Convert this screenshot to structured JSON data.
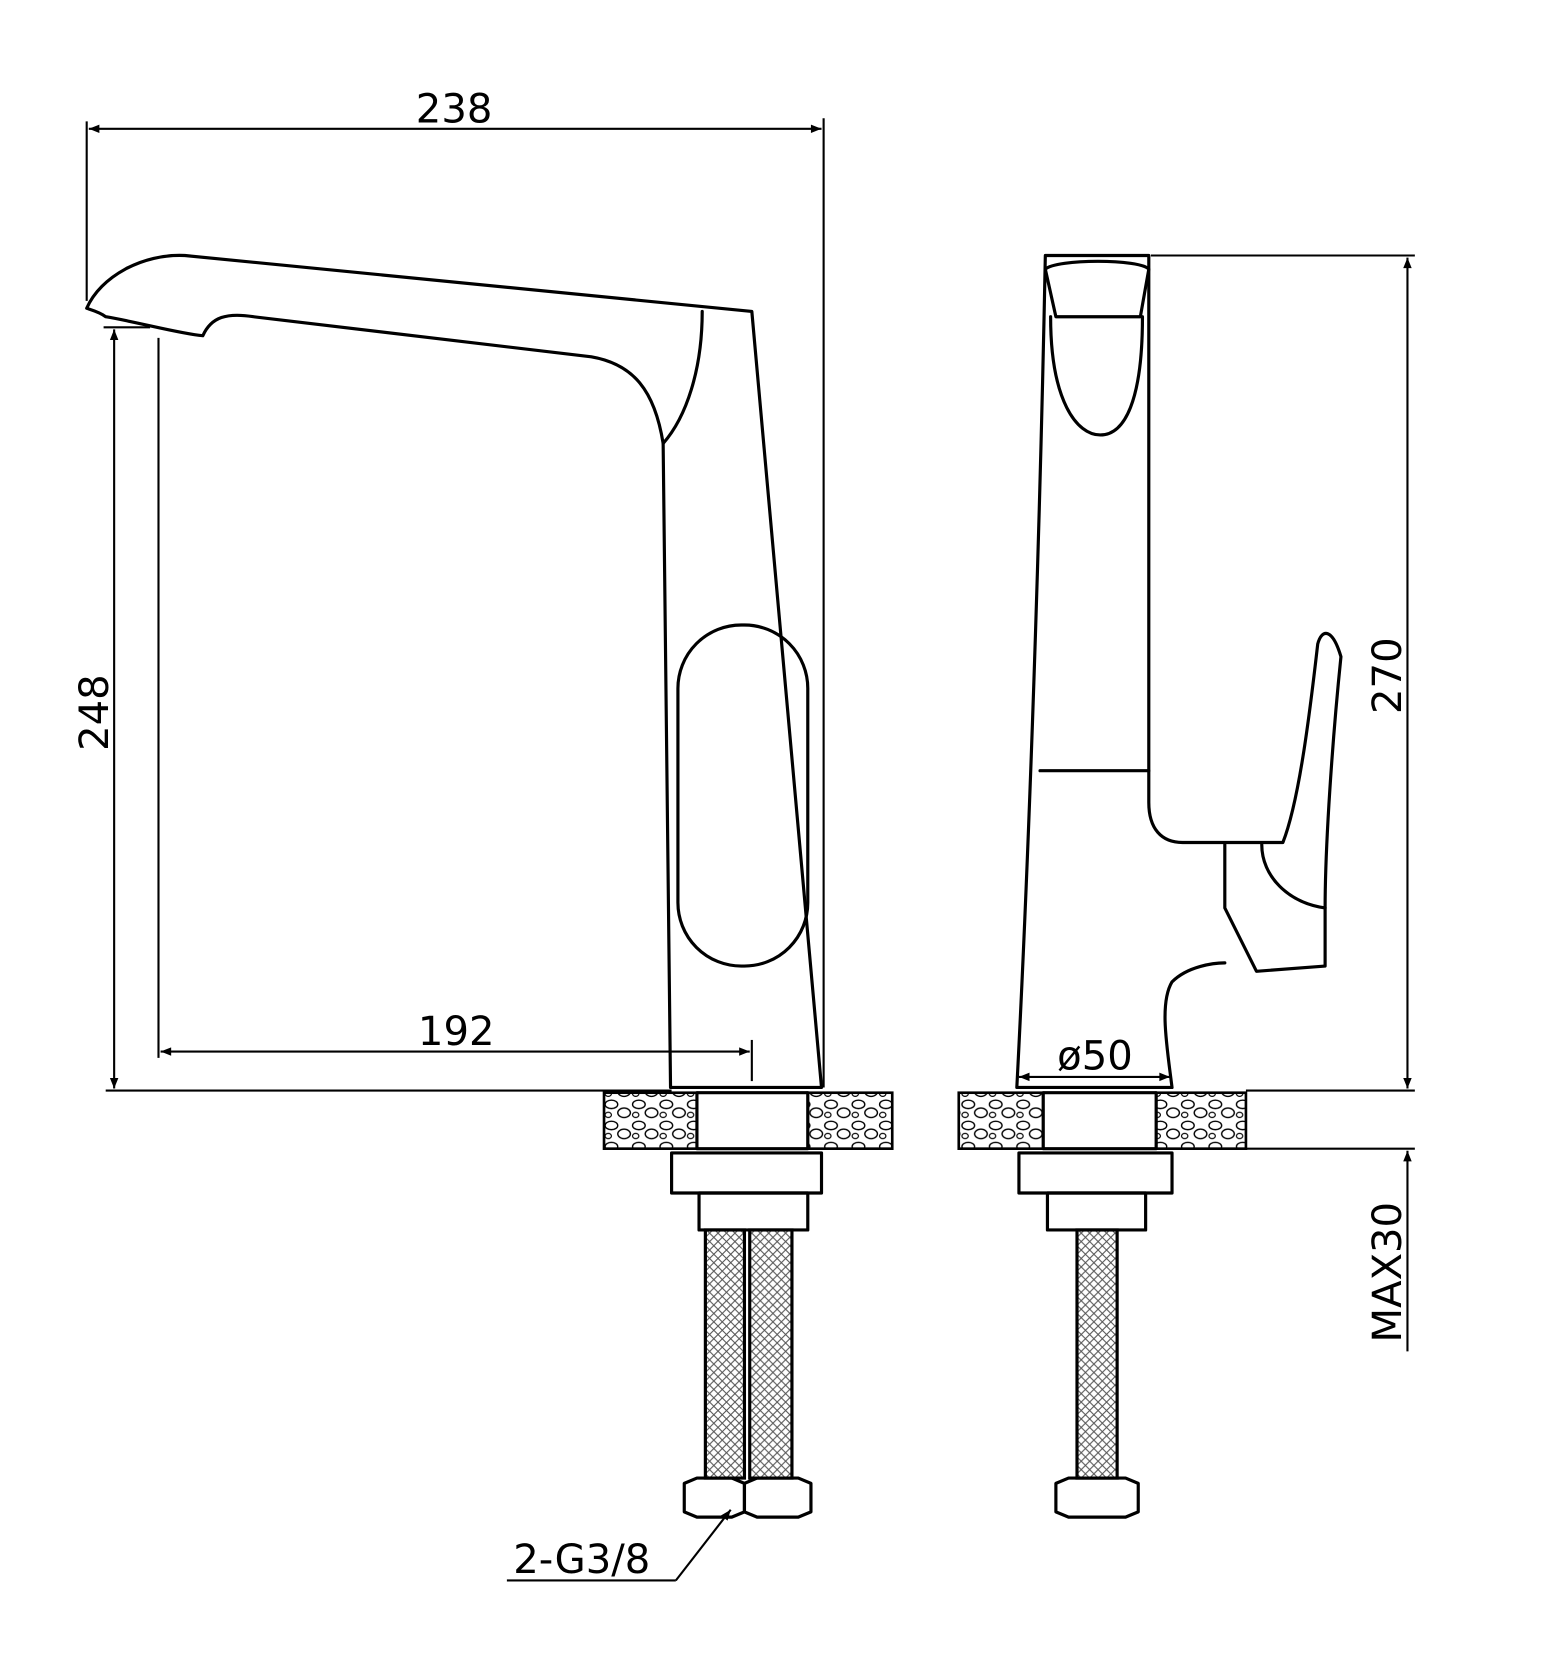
{
  "drawing": {
    "title": "Faucet dimension drawing",
    "dimensions": {
      "overall_width": "238",
      "spout_height": "248",
      "spout_reach": "192",
      "overall_height": "270",
      "base_diameter": "ø50",
      "max_counter_thickness": "MAX30",
      "connection": "2-G3/8"
    }
  }
}
